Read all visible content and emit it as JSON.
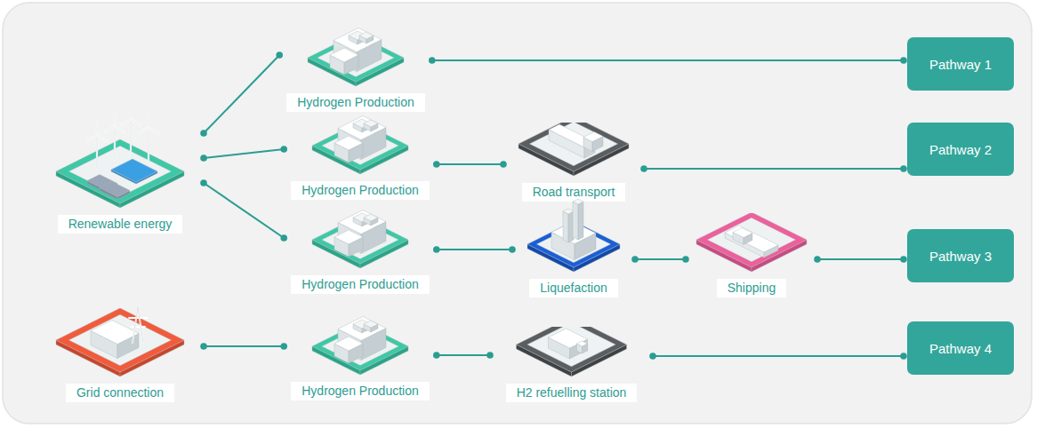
{
  "diagram": {
    "nodes": [
      {
        "text": [
          "Renewable energy"
        ]
      },
      {
        "text": [
          "Hydrogen Production"
        ]
      },
      {
        "text": [
          "Pathway 1"
        ]
      },
      {
        "text": [
          "Hydrogen Production"
        ]
      },
      {
        "text": [
          "Road transport"
        ]
      },
      {
        "text": [
          "Pathway 2"
        ]
      },
      {
        "text": [
          "Hydrogen Production"
        ]
      },
      {
        "text": [
          "Liquefaction"
        ]
      },
      {
        "text": [
          "Shipping"
        ]
      },
      {
        "text": [
          "Pathway 3"
        ]
      },
      {
        "text": [
          "Grid connection"
        ]
      },
      {
        "text": [
          "Hydrogen Production"
        ]
      },
      {
        "text": [
          "H2 refuelling station"
        ]
      },
      {
        "text": [
          "Pathway 4"
        ]
      }
    ],
    "edges": [
      {
        "from": 0,
        "to": 1,
        "arrow": "none"
      },
      {
        "from": 0,
        "to": 3,
        "arrow": "none"
      },
      {
        "from": 0,
        "to": 6,
        "arrow": "none"
      },
      {
        "from": 1,
        "to": 2,
        "arrow": "none"
      },
      {
        "from": 3,
        "to": 4,
        "arrow": "none"
      },
      {
        "from": 4,
        "to": 5,
        "arrow": "none"
      },
      {
        "from": 6,
        "to": 7,
        "arrow": "none"
      },
      {
        "from": 7,
        "to": 8,
        "arrow": "none"
      },
      {
        "from": 8,
        "to": 9,
        "arrow": "none"
      },
      {
        "from": 10,
        "to": 11,
        "arrow": "none"
      },
      {
        "from": 11,
        "to": 12,
        "arrow": "none"
      },
      {
        "from": 12,
        "to": 13,
        "arrow": "none"
      }
    ]
  }
}
